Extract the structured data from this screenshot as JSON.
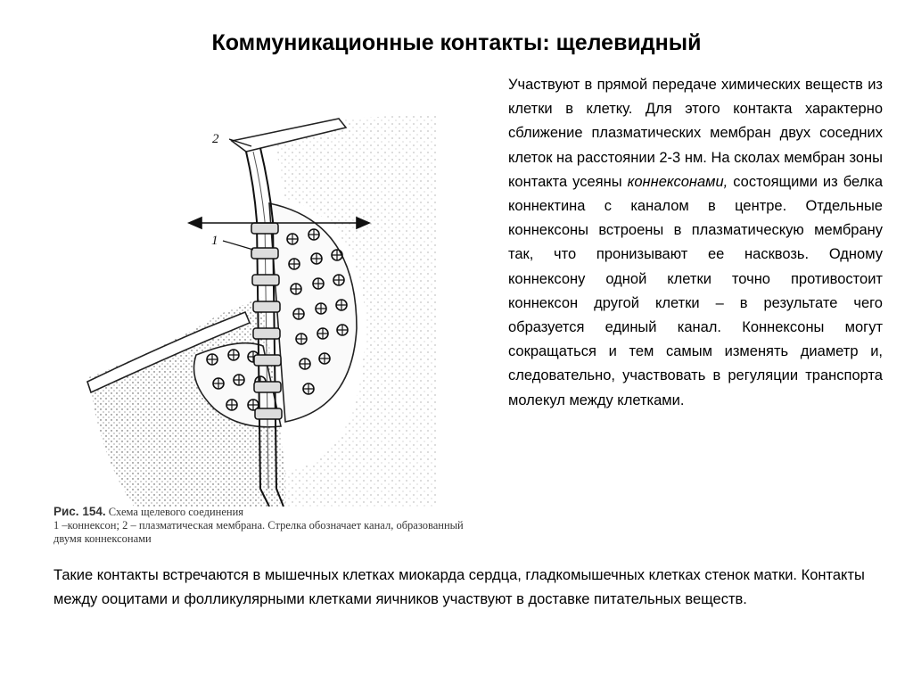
{
  "slide": {
    "title": "Коммуникационные контакты: щелевидный"
  },
  "figure": {
    "label_membrane": "2",
    "label_connexon": "1",
    "caption_number": "Рис. 154.",
    "caption_title": "Схема щелевого соединения",
    "caption_legend_1": "1 –коннексон; 2 – плазматическая мембрана. Стрелка обозначает канал, образованный",
    "caption_legend_2": "двумя коннексонами"
  },
  "description": {
    "part1": "Участвуют в прямой передаче химических веществ из клетки в клетку. Для этого контакта характерно сближение плазматических мембран двух соседних клеток на расстоянии 2-3 нм. На сколах мембран зоны контакта усеяны ",
    "italic_term": "коннексонами,",
    "part2": " состоящими из белка коннектина с каналом в центре. Отдельные коннексоны встроены в плазматическую мембрану так, что пронизывают ее насквозь. Одному коннексону одной клетки точно противостоит коннексон другой клетки – в результате чего образуется единый канал. Коннексоны могут сокращаться и тем самым изменять диаметр и, следовательно, участвовать в регуляции транспорта молекул между клетками."
  },
  "bottom": {
    "text": "Такие контакты встречаются в мышечных клетках миокарда сердца, гладкомышечных клетках стенок матки. Контакты между ооцитами и фолликулярными клетками яичников участвуют в доставке питательных веществ."
  }
}
